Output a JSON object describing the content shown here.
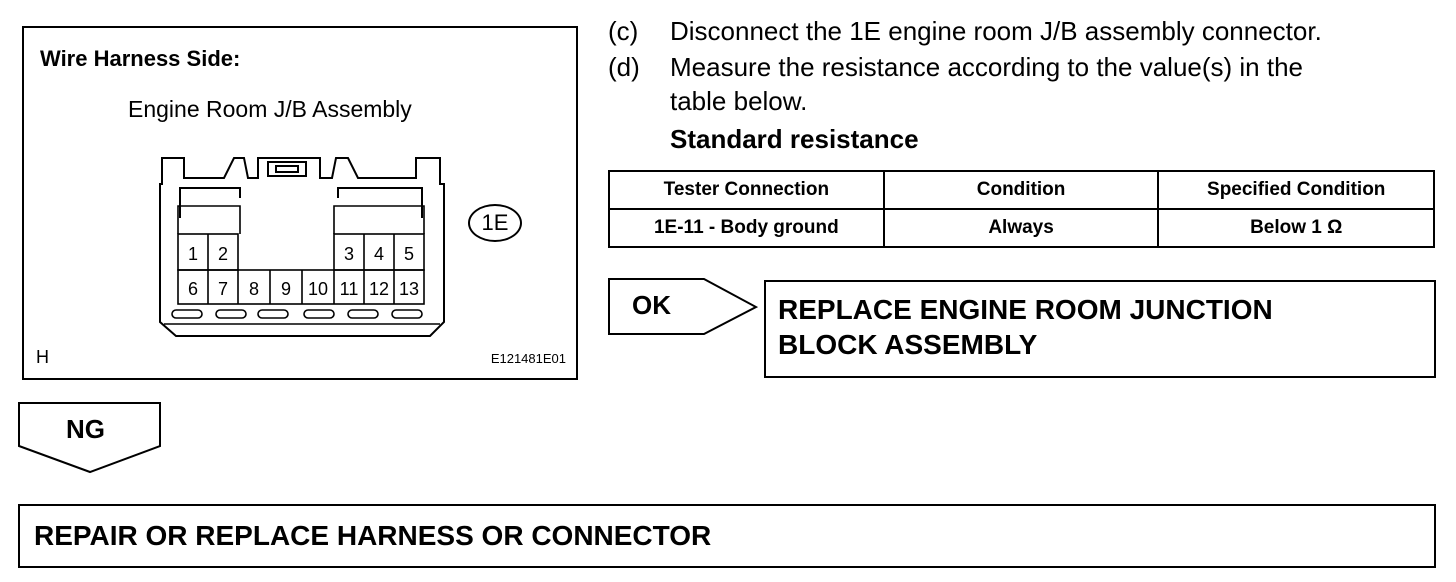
{
  "diagram": {
    "title": "Wire Harness Side:",
    "subtitle": "Engine Room J/B Assembly",
    "connector_id": "1E",
    "pins_top": [
      "1",
      "2",
      "3",
      "4",
      "5"
    ],
    "pins_bottom": [
      "6",
      "7",
      "8",
      "9",
      "10",
      "11",
      "12",
      "13"
    ],
    "code": "H",
    "ref": "E121481E01"
  },
  "steps": [
    {
      "letter": "(c)",
      "lines": [
        "Disconnect the 1E engine room J/B assembly connector."
      ]
    },
    {
      "letter": "(d)",
      "lines": [
        "Measure the resistance according to the value(s) in the",
        "table below."
      ]
    }
  ],
  "standard_label": "Standard resistance",
  "table": {
    "headers": [
      "Tester Connection",
      "Condition",
      "Specified Condition"
    ],
    "rows": [
      [
        "1E-11 - Body ground",
        "Always",
        "Below 1 Ω"
      ]
    ]
  },
  "ok": {
    "label": "OK",
    "result_lines": [
      "REPLACE ENGINE ROOM JUNCTION",
      "BLOCK ASSEMBLY"
    ]
  },
  "ng": {
    "label": "NG",
    "result": "REPAIR OR REPLACE HARNESS OR CONNECTOR"
  }
}
